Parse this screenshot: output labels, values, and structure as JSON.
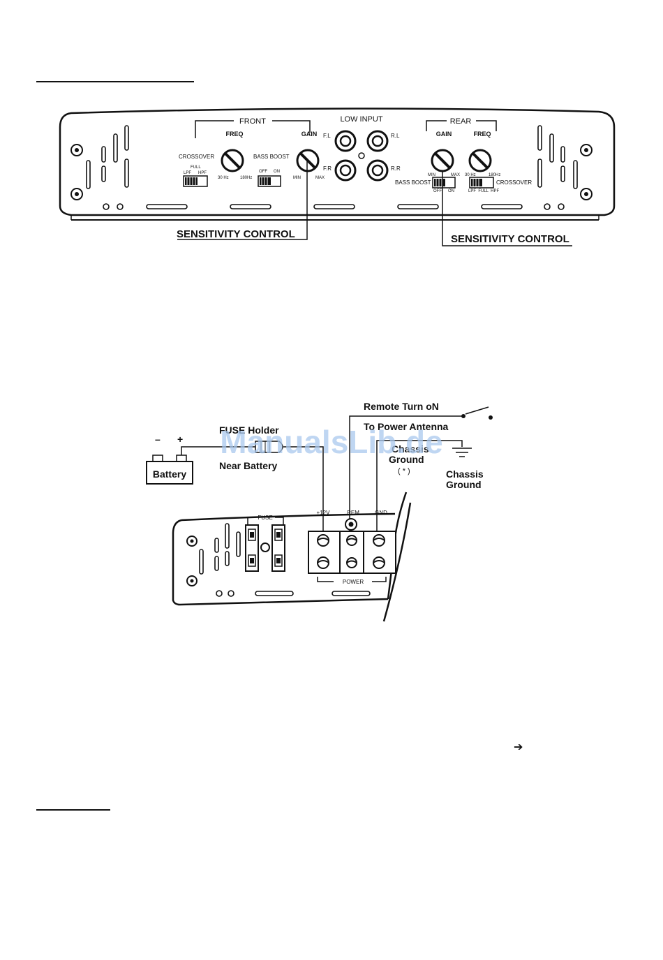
{
  "panel_top": {
    "front": "FRONT",
    "low_input": "LOW INPUT",
    "rear": "REAR",
    "front_freq": "FREQ",
    "front_gain": "GAIN",
    "rear_gain": "GAIN",
    "rear_freq": "FREQ",
    "crossover_left": "CROSSOVER",
    "crossover_right": "CROSSOVER",
    "full": "FULL",
    "lpf": "LPF",
    "hpf": "HPF",
    "bass_boost_left": "BASS BOOST",
    "bass_boost_right": "BASS BOOST",
    "off": "OFF",
    "on": "ON",
    "hz30": "30 Hz",
    "hz180": "180Hz",
    "min": "MIN",
    "max": "MAX",
    "rear_switch_labels": "LPF  FULL  HPF",
    "ch_fl": "F.L",
    "ch_fr": "F.R",
    "ch_rl": "R.L",
    "ch_rr": "R.R",
    "sensitivity_left": "SENSITIVITY CONTROL",
    "sensitivity_right": "SENSITIVITY CONTROL"
  },
  "wiring": {
    "remote": "Remote Turn oN",
    "antenna": "To Power Antenna",
    "fuse_holder": "FUSE Holder",
    "near_battery": "Near Battery",
    "minus": "–",
    "plus": "+",
    "battery": "Battery",
    "chassis_ground_mid_1": "Chassis",
    "chassis_ground_mid_2": "Ground",
    "asterisk": "( * )",
    "chassis_ground_right_1": "Chassis",
    "chassis_ground_right_2": "Ground",
    "plus12v": "+12V",
    "rem": "REM",
    "gnd": "GND",
    "fuse": "FUSE",
    "power": "POWER"
  },
  "watermark": "ManualsLib.de",
  "arrow_glyph": "➔"
}
